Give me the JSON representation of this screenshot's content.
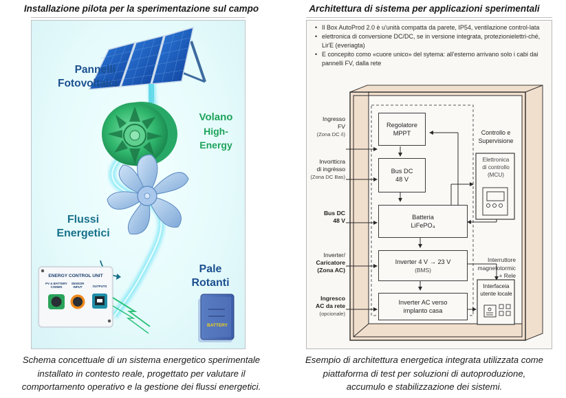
{
  "left": {
    "title": "Installazione pilota per la sperimentazione sul campo",
    "labels": {
      "pv_line1": "Pannelli",
      "pv_line2": "Fotovoltaici",
      "flywheel_line1": "Volano",
      "flywheel_line2": "High-Energy",
      "flows_line1": "Flussi",
      "flows_line2": "Energetici",
      "blades_line1": "Pale",
      "blades_line2": "Rotanti"
    },
    "control_unit": {
      "title": "ENERGY CONTROL UNIT",
      "port1": "PV & BATTERY COMMS",
      "port2": "SENSOR INPUT",
      "port3": "OUTPUTS"
    },
    "battery_label": "BATTERY",
    "caption_lines": [
      "Schema concettuale di un sistema energetico sperimentale",
      "installato in contesto reale, progettato per valutare il",
      "comportamento operativo e la gestione dei flussi energetici."
    ],
    "colors": {
      "pv_label": "#1b4f8f",
      "flywheel_label": "#1ea35a",
      "flows_label": "#17708a",
      "blades_label": "#1b4f8f"
    }
  },
  "right": {
    "title": "Architettura di sistema per applicazioni sperimentali",
    "bullets": [
      "Il Box AutoProd 2.0 è u'unità compatta da parete, IP54, ventilazione control-lata",
      "elettronica di conversione DC/DC, se in versione integrata, protezionielettri-ché, LirΈ (everiagta)",
      "E concepito como «cuore unico» del sytema: all'esterno arrivano solo i cabi dai pannelli FV, dalla rete"
    ],
    "inputs": [
      {
        "line1": "Ingresso",
        "line2": "FV",
        "line3": "(Zona DC /i)"
      },
      {
        "line1": "Invortticra",
        "line2": "di ingrèsso",
        "line3": "(Zona DC Bas)"
      },
      {
        "line1": "Bus DC",
        "line2": "48 V",
        "line3": ""
      },
      {
        "line1": "Inverter/",
        "line2": "Caricatore",
        "line3": "(Zona AC)"
      },
      {
        "line1": "Ingresco",
        "line2": "AC da rete",
        "line3": "(opcionale)"
      }
    ],
    "blocks": {
      "mppt_line1": "Regolatore",
      "mppt_line2": "MPPT",
      "busdc_line1": "Bus DC",
      "busdc_line2": "48 V",
      "battery_line1": "Batteria",
      "battery_line2": "LiFePO₄",
      "inverter_line1": "Inverter 4 V → 23 V",
      "inverter_line2": "(BMS)",
      "acinv_line1": "Inverter AC verso",
      "acinv_line2": "implanto casa"
    },
    "control": {
      "heading_line1": "Controllo e",
      "heading_line2": "Supervisione",
      "mcu_line1": "Elettronica",
      "mcu_line2": "di controllo",
      "mcu_line3": "(MCU)",
      "breaker_line1": "Interruttore",
      "breaker_line2": "magnetotormic",
      "breaker_line3": "+ Rele",
      "ui_line1": "Interfaceia",
      "ui_line2": "utente locale"
    },
    "caption_lines": [
      "Esempio di architettura energetica integrata utilizzata come",
      "piattaforma di test per soluzioni di autoproduzione,",
      "accumulo e stabilizzazione dei sistemi."
    ]
  }
}
